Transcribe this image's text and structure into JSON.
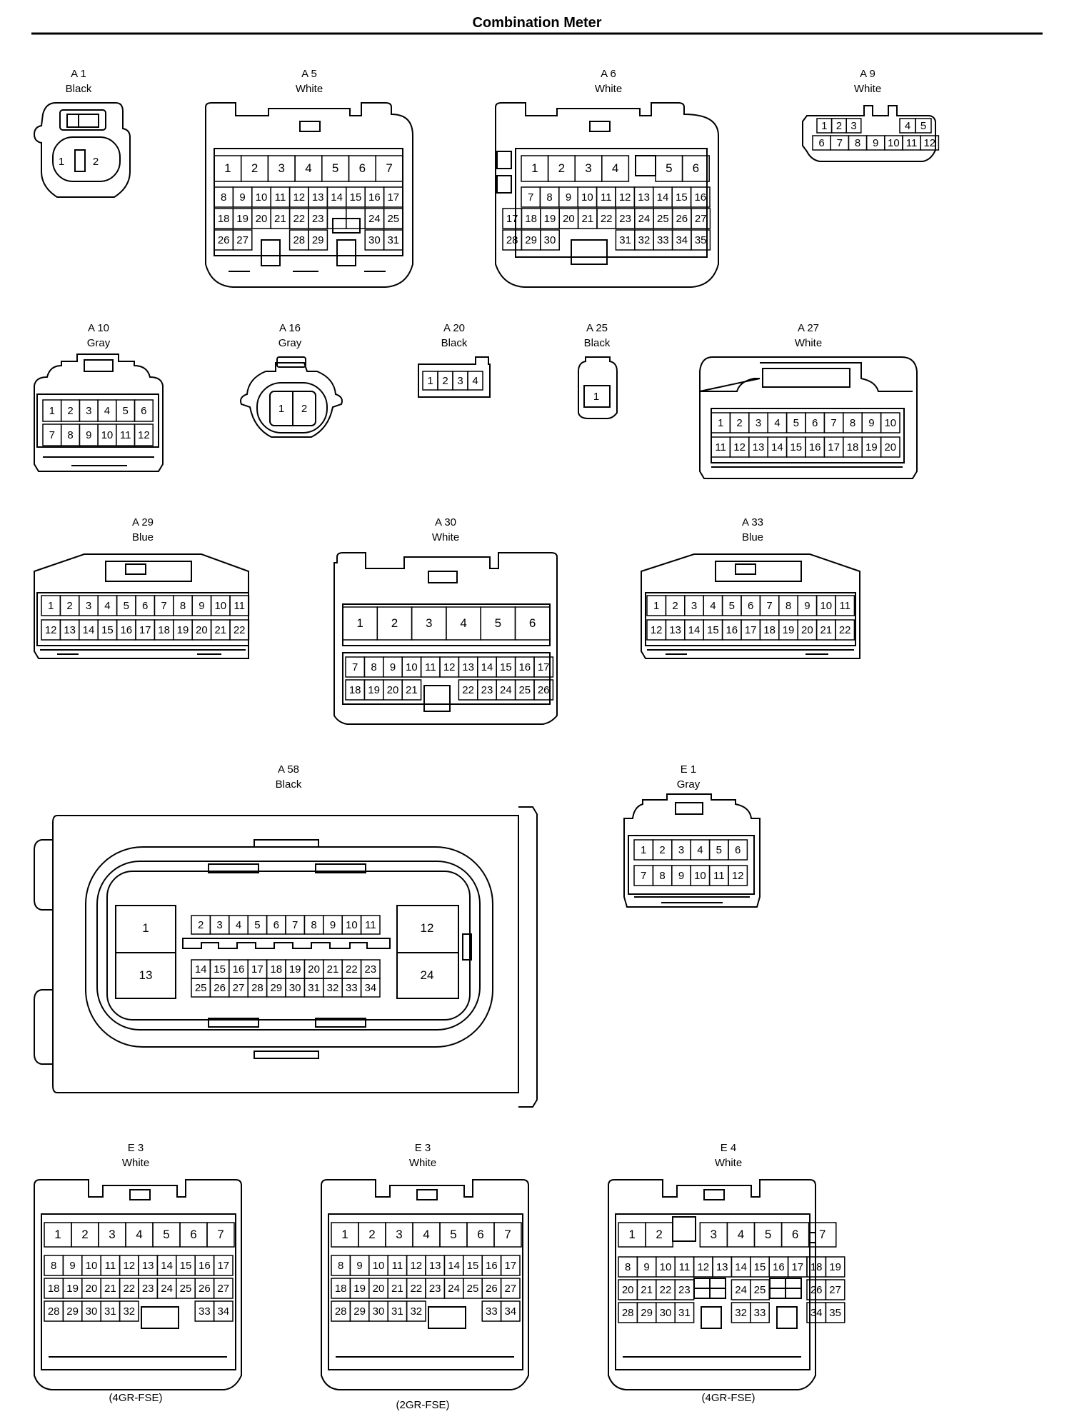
{
  "title": "Combination Meter",
  "connectors": [
    {
      "id": "A 1",
      "color": "Black",
      "note": "",
      "pins": [
        "1",
        "2"
      ]
    },
    {
      "id": "A 5",
      "color": "White",
      "note": "",
      "pins": [
        "1",
        "2",
        "3",
        "4",
        "5",
        "6",
        "7",
        "8",
        "9",
        "10",
        "11",
        "12",
        "13",
        "14",
        "15",
        "16",
        "17",
        "18",
        "19",
        "20",
        "21",
        "22",
        "23",
        "24",
        "25",
        "26",
        "27",
        "28",
        "29",
        "30",
        "31"
      ]
    },
    {
      "id": "A 6",
      "color": "White",
      "note": "",
      "pins": [
        "1",
        "2",
        "3",
        "4",
        "5",
        "6",
        "7",
        "8",
        "9",
        "10",
        "11",
        "12",
        "13",
        "14",
        "15",
        "16",
        "17",
        "18",
        "19",
        "20",
        "21",
        "22",
        "23",
        "24",
        "25",
        "26",
        "27",
        "28",
        "29",
        "30",
        "31",
        "32",
        "33",
        "34",
        "35"
      ]
    },
    {
      "id": "A 9",
      "color": "White",
      "note": "",
      "pins": [
        "1",
        "2",
        "3",
        "4",
        "5",
        "6",
        "7",
        "8",
        "9",
        "10",
        "11",
        "12"
      ]
    },
    {
      "id": "A 10",
      "color": "Gray",
      "note": "",
      "pins": [
        "1",
        "2",
        "3",
        "4",
        "5",
        "6",
        "7",
        "8",
        "9",
        "10",
        "11",
        "12"
      ]
    },
    {
      "id": "A 16",
      "color": "Gray",
      "note": "",
      "pins": [
        "1",
        "2"
      ]
    },
    {
      "id": "A 20",
      "color": "Black",
      "note": "",
      "pins": [
        "1",
        "2",
        "3",
        "4"
      ]
    },
    {
      "id": "A 25",
      "color": "Black",
      "note": "",
      "pins": [
        "1"
      ]
    },
    {
      "id": "A 27",
      "color": "White",
      "note": "",
      "pins": [
        "1",
        "2",
        "3",
        "4",
        "5",
        "6",
        "7",
        "8",
        "9",
        "10",
        "11",
        "12",
        "13",
        "14",
        "15",
        "16",
        "17",
        "18",
        "19",
        "20"
      ]
    },
    {
      "id": "A 29",
      "color": "Blue",
      "note": "",
      "pins": [
        "1",
        "2",
        "3",
        "4",
        "5",
        "6",
        "7",
        "8",
        "9",
        "10",
        "11",
        "12",
        "13",
        "14",
        "15",
        "16",
        "17",
        "18",
        "19",
        "20",
        "21",
        "22"
      ]
    },
    {
      "id": "A 30",
      "color": "White",
      "note": "",
      "pins": [
        "1",
        "2",
        "3",
        "4",
        "5",
        "6",
        "7",
        "8",
        "9",
        "10",
        "11",
        "12",
        "13",
        "14",
        "15",
        "16",
        "17",
        "18",
        "19",
        "20",
        "21",
        "22",
        "23",
        "24",
        "25",
        "26"
      ]
    },
    {
      "id": "A 33",
      "color": "Blue",
      "note": "",
      "pins": [
        "1",
        "2",
        "3",
        "4",
        "5",
        "6",
        "7",
        "8",
        "9",
        "10",
        "11",
        "12",
        "13",
        "14",
        "15",
        "16",
        "17",
        "18",
        "19",
        "20",
        "21",
        "22"
      ]
    },
    {
      "id": "A 58",
      "color": "Black",
      "note": "",
      "pins": [
        "1",
        "2",
        "3",
        "4",
        "5",
        "6",
        "7",
        "8",
        "9",
        "10",
        "11",
        "12",
        "13",
        "14",
        "15",
        "16",
        "17",
        "18",
        "19",
        "20",
        "21",
        "22",
        "23",
        "24",
        "25",
        "26",
        "27",
        "28",
        "29",
        "30",
        "31",
        "32",
        "33",
        "34"
      ]
    },
    {
      "id": "E 1",
      "color": "Gray",
      "note": "",
      "pins": [
        "1",
        "2",
        "3",
        "4",
        "5",
        "6",
        "7",
        "8",
        "9",
        "10",
        "11",
        "12"
      ]
    },
    {
      "id": "E 3",
      "color": "White",
      "note": "(4GR-FSE)",
      "pins": [
        "1",
        "2",
        "3",
        "4",
        "5",
        "6",
        "7",
        "8",
        "9",
        "10",
        "11",
        "12",
        "13",
        "14",
        "15",
        "16",
        "17",
        "18",
        "19",
        "20",
        "21",
        "22",
        "23",
        "24",
        "25",
        "26",
        "27",
        "28",
        "29",
        "30",
        "31",
        "32",
        "33",
        "34"
      ]
    },
    {
      "id": "E 3",
      "color": "White",
      "note": "(2GR-FSE)",
      "pins": [
        "1",
        "2",
        "3",
        "4",
        "5",
        "6",
        "7",
        "8",
        "9",
        "10",
        "11",
        "12",
        "13",
        "14",
        "15",
        "16",
        "17",
        "18",
        "19",
        "20",
        "21",
        "22",
        "23",
        "24",
        "25",
        "26",
        "27",
        "28",
        "29",
        "30",
        "31",
        "32",
        "33",
        "34"
      ]
    },
    {
      "id": "E 4",
      "color": "White",
      "note": "(4GR-FSE)",
      "pins": [
        "1",
        "2",
        "3",
        "4",
        "5",
        "6",
        "7",
        "8",
        "9",
        "10",
        "11",
        "12",
        "13",
        "14",
        "15",
        "16",
        "17",
        "18",
        "19",
        "20",
        "21",
        "22",
        "23",
        "24",
        "25",
        "26",
        "27",
        "28",
        "29",
        "30",
        "31",
        "32",
        "33",
        "34",
        "35"
      ]
    }
  ]
}
